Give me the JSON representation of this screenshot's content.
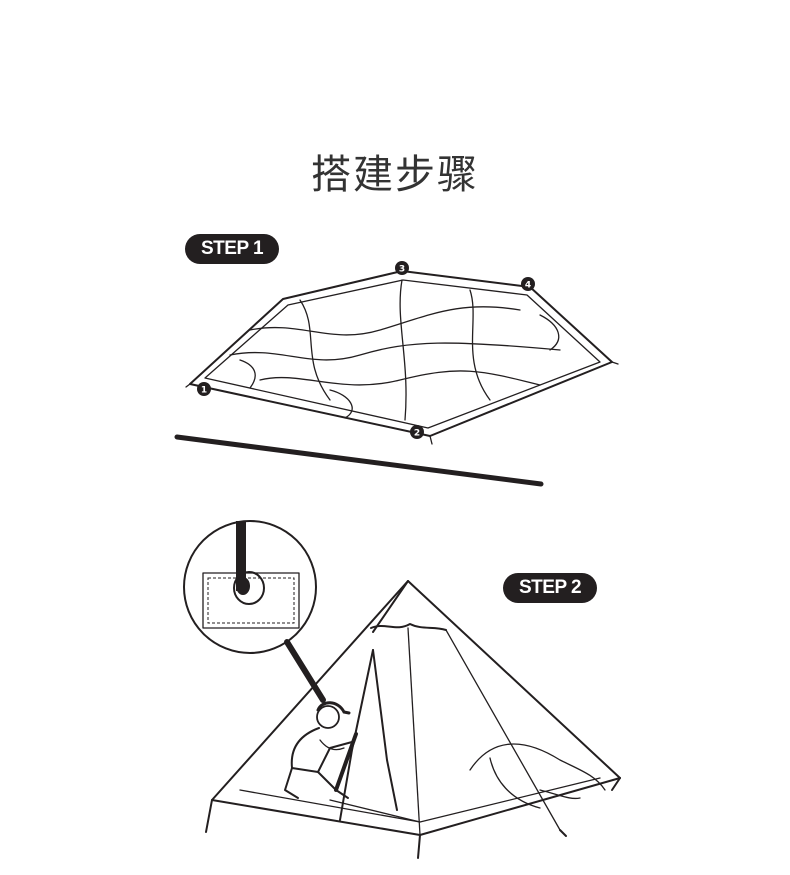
{
  "title": "搭建步骤",
  "steps": [
    {
      "label": "STEP 1"
    },
    {
      "label": "STEP 2"
    }
  ],
  "markers": [
    "1",
    "2",
    "3",
    "4"
  ],
  "colors": {
    "ink": "#231f20",
    "background": "#ffffff",
    "title": "#333333"
  }
}
